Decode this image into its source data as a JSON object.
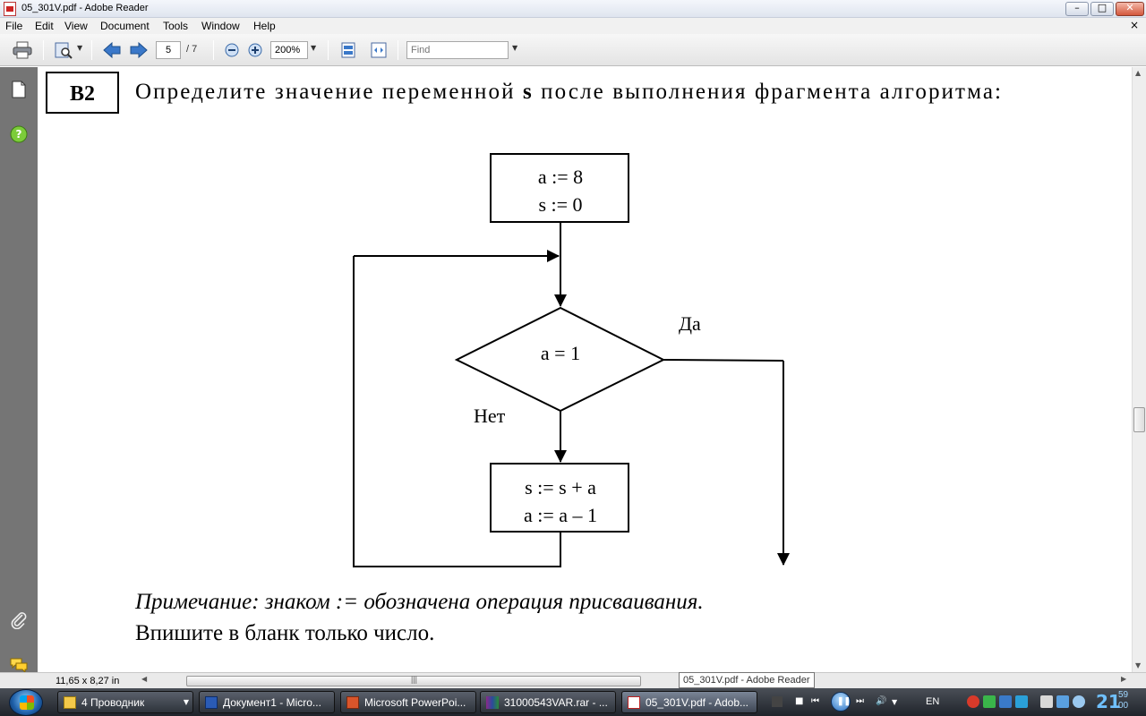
{
  "window": {
    "title": "05_301V.pdf - Adobe Reader",
    "controls": {
      "minimize": "–",
      "maximize": "□",
      "close": "✕"
    }
  },
  "menubar": {
    "items": [
      "File",
      "Edit",
      "View",
      "Document",
      "Tools",
      "Window",
      "Help"
    ],
    "close_doc": "×"
  },
  "toolbar": {
    "page_current": "5",
    "page_total": "/ 7",
    "zoom": "200%",
    "find_placeholder": "Find",
    "icons": [
      "print-icon",
      "search-doc-icon",
      "prev-page-icon",
      "next-page-icon",
      "zoom-out-icon",
      "zoom-in-icon",
      "fit-page-icon",
      "fit-width-icon"
    ]
  },
  "nav_panel": {
    "icons": [
      "pages-icon",
      "help-icon",
      "attachments-icon",
      "comments-icon"
    ]
  },
  "document": {
    "task_label": "B2",
    "question_parts": [
      "Определите значение переменной ",
      "s",
      " после выполнения фрагмента алгоритма:"
    ],
    "flowchart": {
      "init_lines": [
        "a := 8",
        "s := 0"
      ],
      "condition": "a = 1",
      "yes_label": "Да",
      "no_label": "Нет",
      "body_lines": [
        "s := s + a",
        "a := a – 1"
      ]
    },
    "note": "Примечание: знаком := обозначена операция присваивания.",
    "instruction": "Впишите в бланк только число."
  },
  "statusbar": {
    "page_size": "11,65 x 8,27 in",
    "tooltip": "05_301V.pdf - Adobe Reader"
  },
  "taskbar": {
    "tasks": [
      {
        "label": "4 Проводник",
        "icon": "folder-icon",
        "has_dropdown": true
      },
      {
        "label": "Документ1 - Micro...",
        "icon": "word-icon",
        "has_dropdown": false
      },
      {
        "label": "Microsoft PowerPoi...",
        "icon": "powerpoint-icon",
        "has_dropdown": false
      },
      {
        "label": "31000543VAR.rar - ...",
        "icon": "winrar-icon",
        "has_dropdown": false
      },
      {
        "label": "05_301V.pdf - Adob...",
        "icon": "pdf-icon",
        "has_dropdown": false,
        "active": true
      }
    ],
    "language": "EN",
    "clock": {
      "hour": "21",
      "minute": "59",
      "second": "00"
    }
  }
}
